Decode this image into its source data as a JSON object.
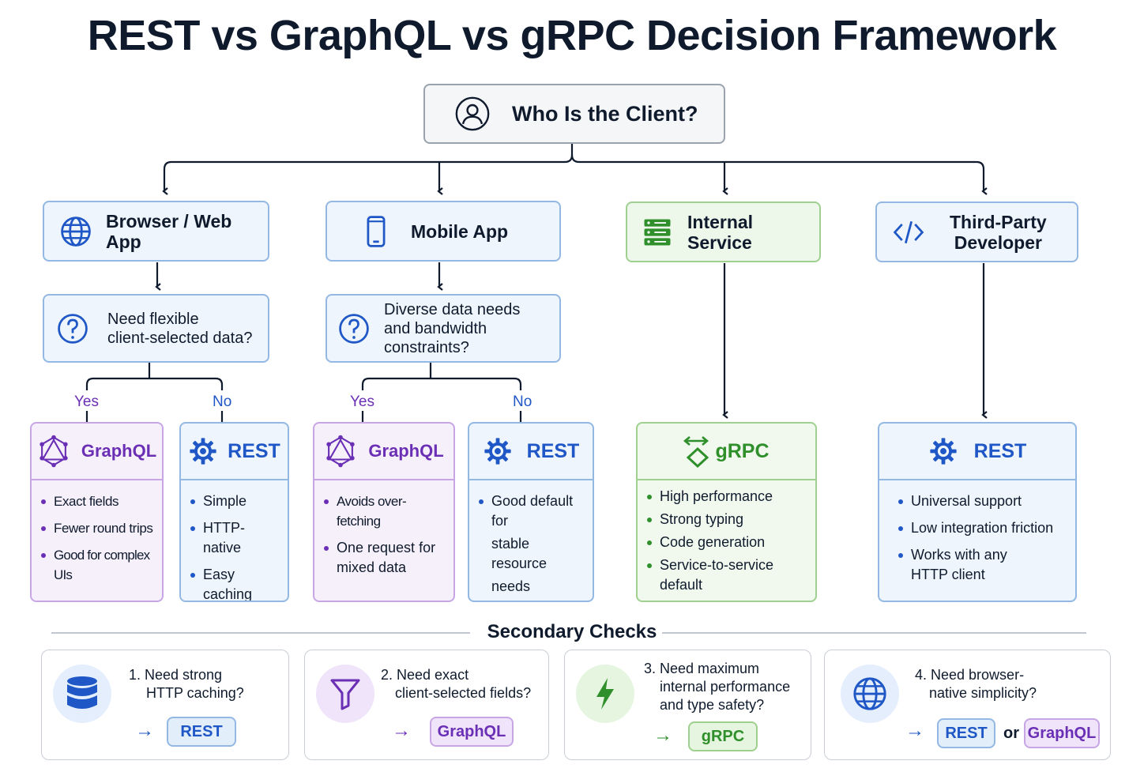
{
  "title": "REST vs GraphQL vs gRPC Decision Framework",
  "root": {
    "label": "Who Is the Client?",
    "icon": "user-icon"
  },
  "clients": [
    {
      "label": "Browser / Web App",
      "icon": "globe-icon"
    },
    {
      "label": "Mobile App",
      "icon": "smartphone-icon"
    },
    {
      "label": "Internal Service",
      "icon": "server-icon",
      "color": "#2f8f2a"
    },
    {
      "label_line1": "Third-Party",
      "label_line2": "Developer",
      "icon": "code-icon"
    }
  ],
  "questions": [
    {
      "line1": "Need flexible",
      "line2": "client-selected data?",
      "icon": "question-icon"
    },
    {
      "line1": "Diverse data needs",
      "line2": "and bandwidth",
      "line3": "constraints?",
      "icon": "question-icon"
    }
  ],
  "branch_labels": {
    "yes": "Yes",
    "no": "No"
  },
  "outcomes": [
    {
      "name": "GraphQL",
      "items": [
        "Exact fields",
        "Fewer round trips",
        "Good for complex UIs"
      ]
    },
    {
      "name": "REST",
      "items": [
        "Simple",
        "HTTP-native",
        "Easy caching"
      ]
    },
    {
      "name": "GraphQL",
      "items": [
        "Avoids over-fetching",
        "One request for",
        "mixed data"
      ]
    },
    {
      "name": "REST",
      "items": [
        "Good default for",
        "stable resource",
        "needs"
      ]
    },
    {
      "name": "gRPC",
      "items": [
        "High performance",
        "Strong typing",
        "Code generation",
        "Service-to-service",
        "default"
      ]
    },
    {
      "name": "REST",
      "items": [
        "Universal support",
        "Low integration friction",
        "Works with any",
        "HTTP client"
      ]
    }
  ],
  "secondary": {
    "title": "Secondary Checks",
    "checks": [
      {
        "line1": "1.  Need strong",
        "line2": "HTTP caching?",
        "result": "REST",
        "icon": "database-icon"
      },
      {
        "line1": "2.  Need exact",
        "line2": "client-selected fields?",
        "result": "GraphQL",
        "icon": "filter-icon"
      },
      {
        "line1": "3.  Need maximum",
        "line2": "internal performance",
        "line3": "and type safety?",
        "result": "gRPC",
        "icon": "lightning-icon"
      },
      {
        "line1": "4.  Need browser-",
        "line2": "native simplicity?",
        "result": "REST",
        "or": "or",
        "result2": "GraphQL",
        "icon": "globe-icon"
      }
    ]
  },
  "colors": {
    "rest": "#1f57c6",
    "graphql": "#6a2fb5",
    "grpc": "#2f8f2a",
    "line": "#0f1b2d"
  }
}
